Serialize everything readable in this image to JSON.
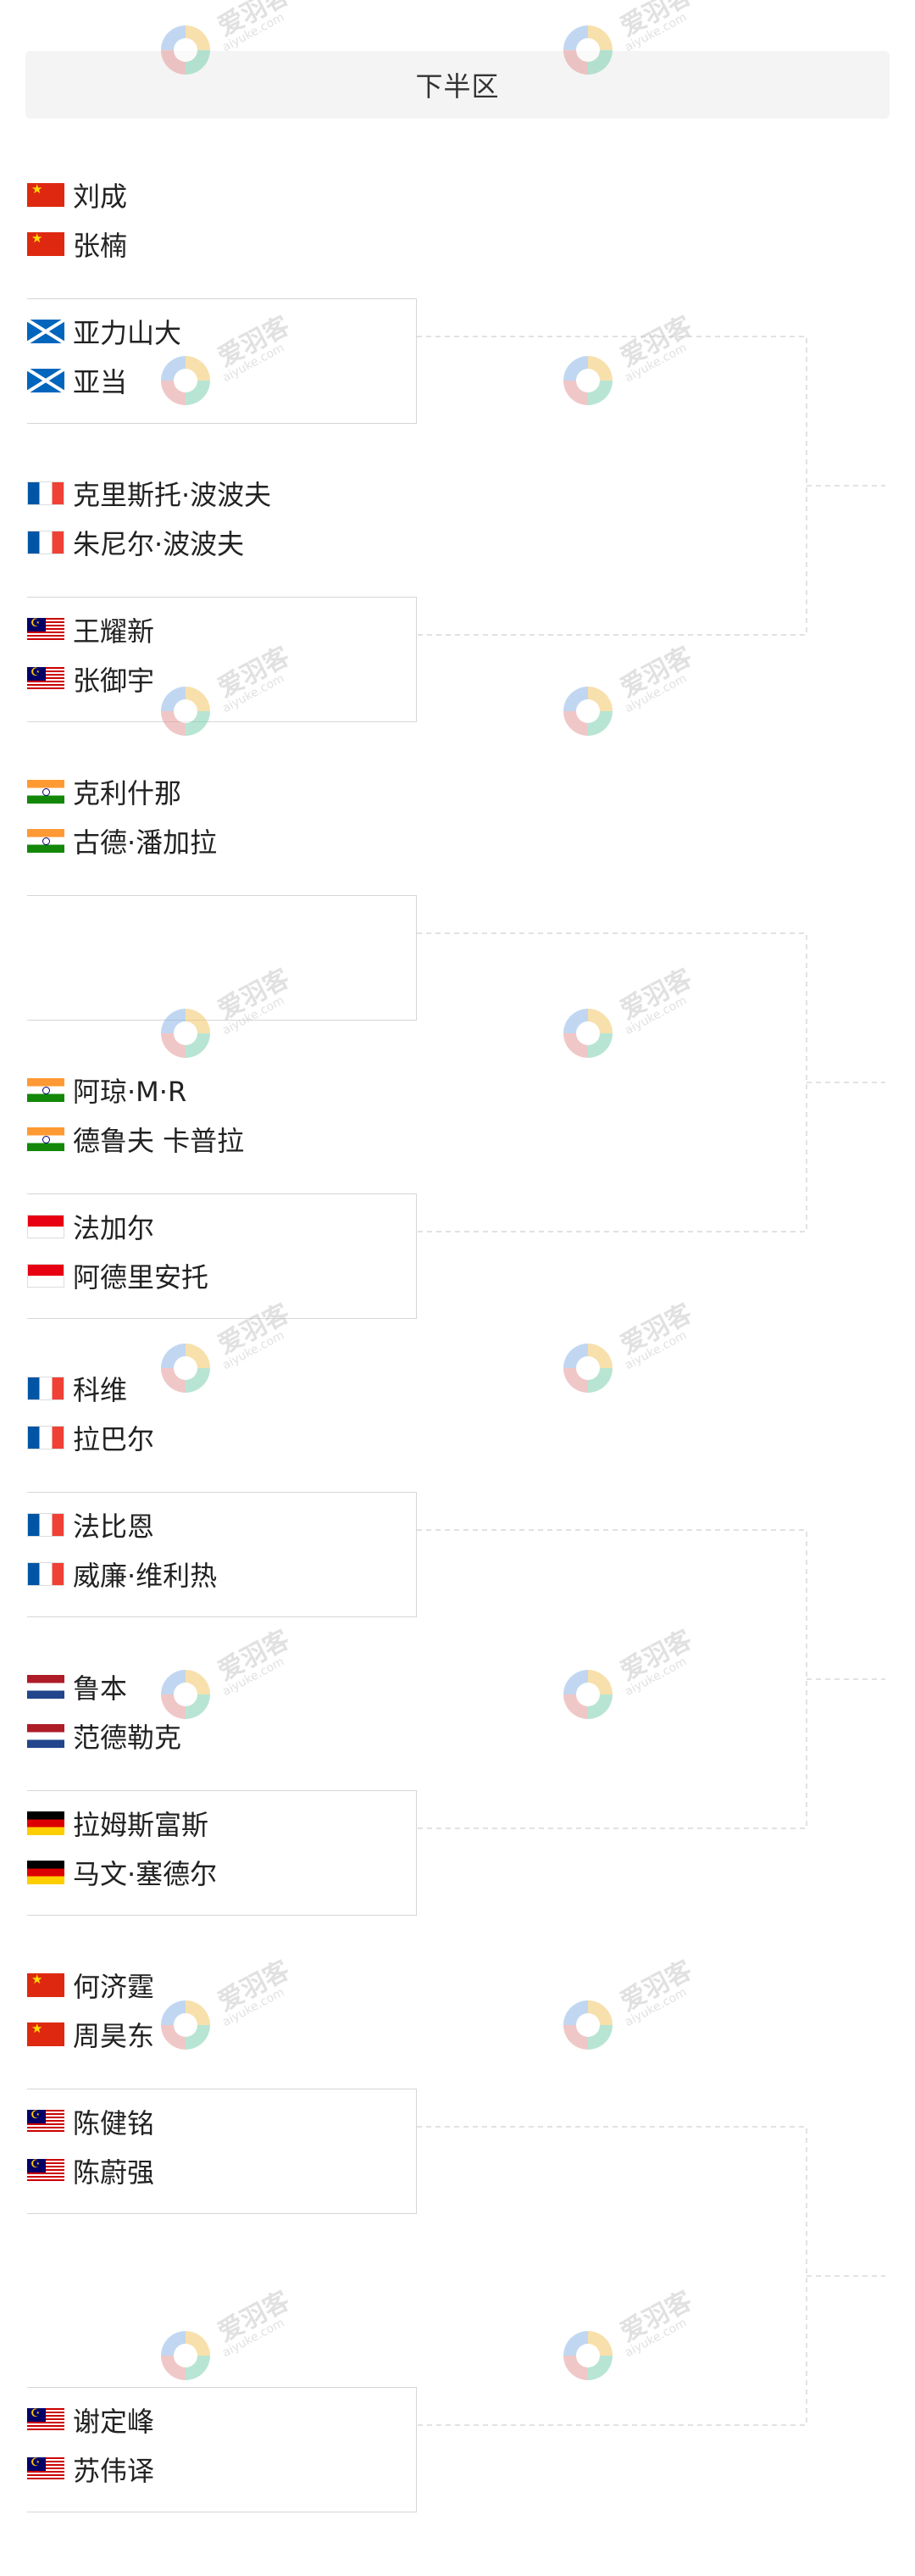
{
  "header": {
    "title": "下半区"
  },
  "watermark": {
    "text": "爱羽客",
    "sub": "aiyuke.com"
  },
  "pairs": [
    {
      "boxed": false,
      "p1": {
        "name": "刘成",
        "flag": "cn"
      },
      "p2": {
        "name": "张楠",
        "flag": "cn"
      }
    },
    {
      "boxed": true,
      "p1": {
        "name": "亚力山大",
        "flag": "sct"
      },
      "p2": {
        "name": "亚当",
        "flag": "sct"
      }
    },
    {
      "boxed": false,
      "p1": {
        "name": "克里斯托·波波夫",
        "flag": "fr"
      },
      "p2": {
        "name": "朱尼尔·波波夫",
        "flag": "fr"
      }
    },
    {
      "boxed": true,
      "p1": {
        "name": "王耀新",
        "flag": "my"
      },
      "p2": {
        "name": "张御宇",
        "flag": "my"
      }
    },
    {
      "boxed": false,
      "p1": {
        "name": "克利什那",
        "flag": "in"
      },
      "p2": {
        "name": "古德·潘加拉",
        "flag": "in"
      }
    },
    {
      "boxed": true,
      "p1": null,
      "p2": null
    },
    {
      "boxed": false,
      "p1": {
        "name": "阿琼·M·R",
        "flag": "in"
      },
      "p2": {
        "name": "德鲁夫 卡普拉",
        "flag": "in"
      }
    },
    {
      "boxed": true,
      "p1": {
        "name": "法加尔",
        "flag": "id"
      },
      "p2": {
        "name": "阿德里安托",
        "flag": "id"
      }
    },
    {
      "boxed": false,
      "p1": {
        "name": "科维",
        "flag": "fr"
      },
      "p2": {
        "name": "拉巴尔",
        "flag": "fr"
      }
    },
    {
      "boxed": true,
      "p1": {
        "name": "法比恩",
        "flag": "fr"
      },
      "p2": {
        "name": "威廉·维利热",
        "flag": "fr"
      }
    },
    {
      "boxed": false,
      "p1": {
        "name": "鲁本",
        "flag": "nl"
      },
      "p2": {
        "name": "范德勒克",
        "flag": "nl"
      }
    },
    {
      "boxed": true,
      "p1": {
        "name": "拉姆斯富斯",
        "flag": "de"
      },
      "p2": {
        "name": "马文·塞德尔",
        "flag": "de"
      }
    },
    {
      "boxed": false,
      "p1": {
        "name": "何济霆",
        "flag": "cn"
      },
      "p2": {
        "name": "周昊东",
        "flag": "cn"
      }
    },
    {
      "boxed": true,
      "p1": {
        "name": "陈健铭",
        "flag": "my"
      },
      "p2": {
        "name": "陈蔚强",
        "flag": "my"
      }
    },
    {
      "boxed": false,
      "p1": null,
      "p2": null
    },
    {
      "boxed": true,
      "p1": {
        "name": "谢定峰",
        "flag": "my"
      },
      "p2": {
        "name": "苏伟译",
        "flag": "my"
      }
    }
  ]
}
